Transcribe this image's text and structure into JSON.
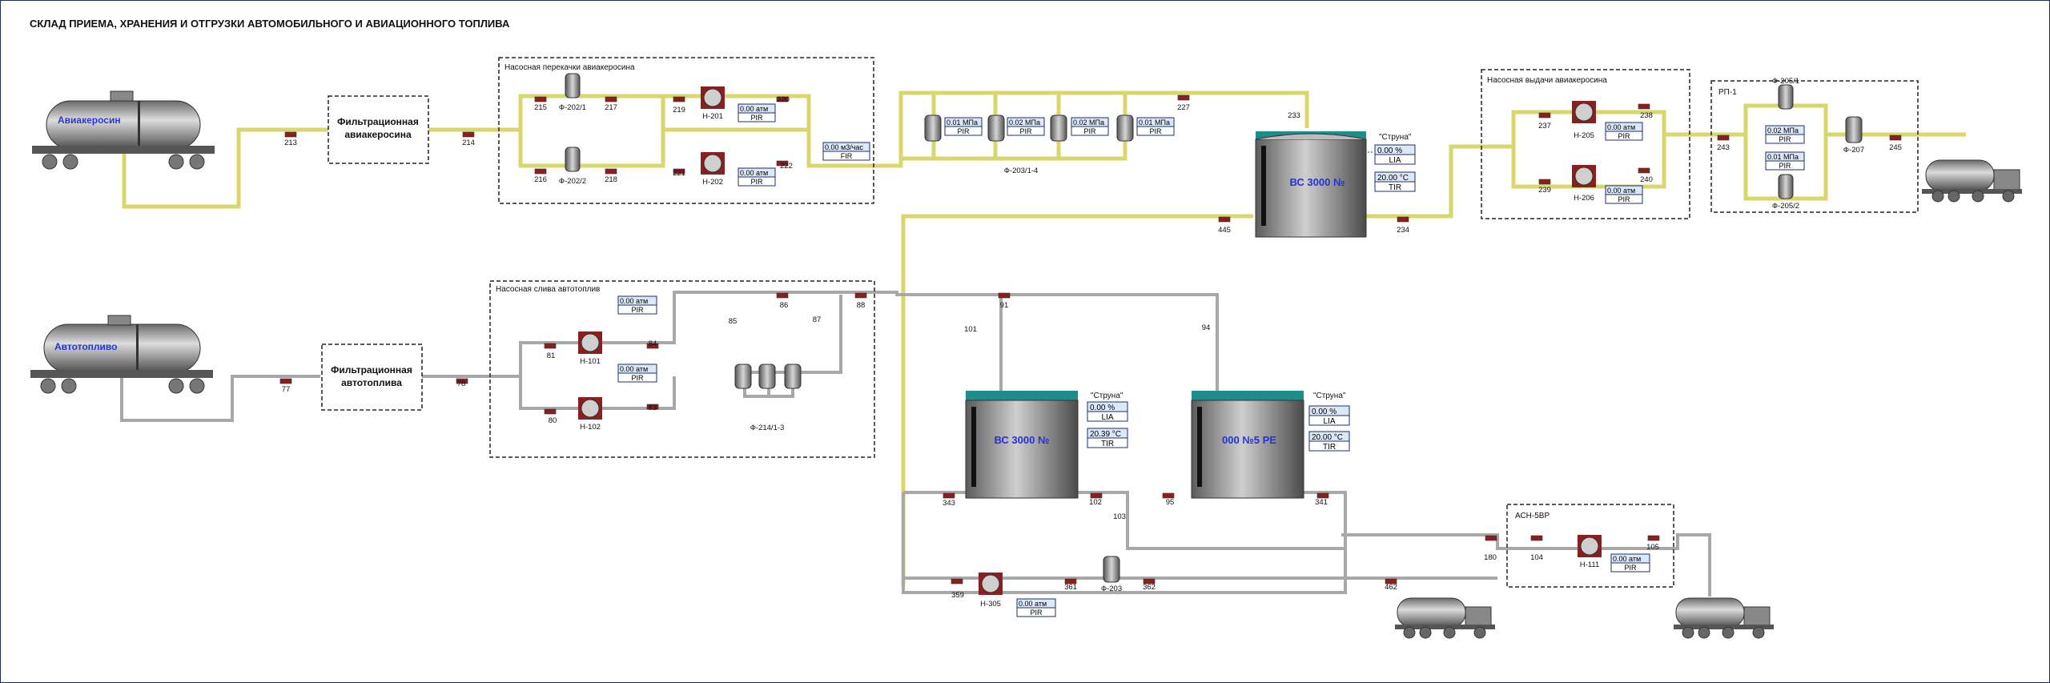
{
  "title": "СКЛАД ПРИЕМА, ХРАНЕНИЯ И ОТГРУЗКИ АВТОМОБИЛЬНОГО И АВИАЦИОННОГО ТОПЛИВА",
  "colors": {
    "yellow_pipe": "#d8d76e",
    "gray_pipe": "#a8a8a8",
    "tank_teal": "#1f8c8c",
    "tank_label": "#2233dd",
    "box_border": "#1d2f6b",
    "value_bg": "#dbe8f7"
  },
  "railcars": {
    "aviakerosin": "Авиакеросин",
    "avtotoplivo": "Автотопливо"
  },
  "filters": {
    "avia": "Фильтрационная авиакеросина",
    "auto": "Фильтрационная автотоплива"
  },
  "groups": {
    "pump_avia_transfer": "Насосная перекачки авиакеросина",
    "pump_avia_out": "Насосная выдачи авиакеросина",
    "rp1": "РП-1",
    "pump_auto_drain": "Насосная слива автотоплив",
    "ash5vr": "АСН-5ВР"
  },
  "tanks": {
    "vs_top": "ВС 3000 №",
    "vs_bottom": "ВС 3000 №",
    "r5000": "000 №5 РЕ",
    "strui": "\"Струна\""
  },
  "values": {
    "atm": "0.00 атм",
    "pir": "PIR",
    "lia": "LIA",
    "tir": "TIR",
    "fir": "FIR",
    "mpa_001": "0.01 МПа",
    "mpa_002": "0.02 МПа",
    "flow": "0.00 м3/час",
    "pct": "0.00 %",
    "temp_top": "20.00 °C",
    "temp_bottom": "20.39 °C",
    "temp_r5": "20.00 °C"
  },
  "tags": {
    "t213": "213",
    "t214": "214",
    "t215": "215",
    "t216": "216",
    "t217": "217",
    "t218": "218",
    "f202_1": "Ф-202/1",
    "f202_2": "Ф-202/2",
    "t219": "219",
    "t220": "220",
    "t221": "221",
    "t222": "222",
    "n201": "Н-201",
    "n202": "Н-202",
    "f203": "Ф-203/1-4",
    "t227": "227",
    "t233": "233",
    "t445": "445",
    "t234": "234",
    "t237": "237",
    "t238": "238",
    "t239": "239",
    "t240": "240",
    "n205": "Н-205",
    "n206": "Н-206",
    "t243": "243",
    "f205_1": "Ф-205/1",
    "f205_2": "Ф-205/2",
    "f207": "Ф-207",
    "t245": "245",
    "t77": "77",
    "t78": "78",
    "t81": "81",
    "t80": "80",
    "t84": "84",
    "t83": "83",
    "n101": "Н-101",
    "n102": "Н-102",
    "t85": "85",
    "t86": "86",
    "t87": "87",
    "t88": "88",
    "f214": "Ф-214/1-3",
    "t91": "91",
    "t94": "94",
    "t101": "101",
    "t343": "343",
    "t102": "102",
    "t103": "103",
    "t95": "95",
    "t341": "341",
    "t359": "359",
    "n305": "Н-305",
    "t361": "361",
    "f203b": "Ф-203",
    "t362": "362",
    "t462": "462",
    "t180": "180",
    "t104": "104",
    "n111": "Н-111",
    "t105": "105"
  }
}
